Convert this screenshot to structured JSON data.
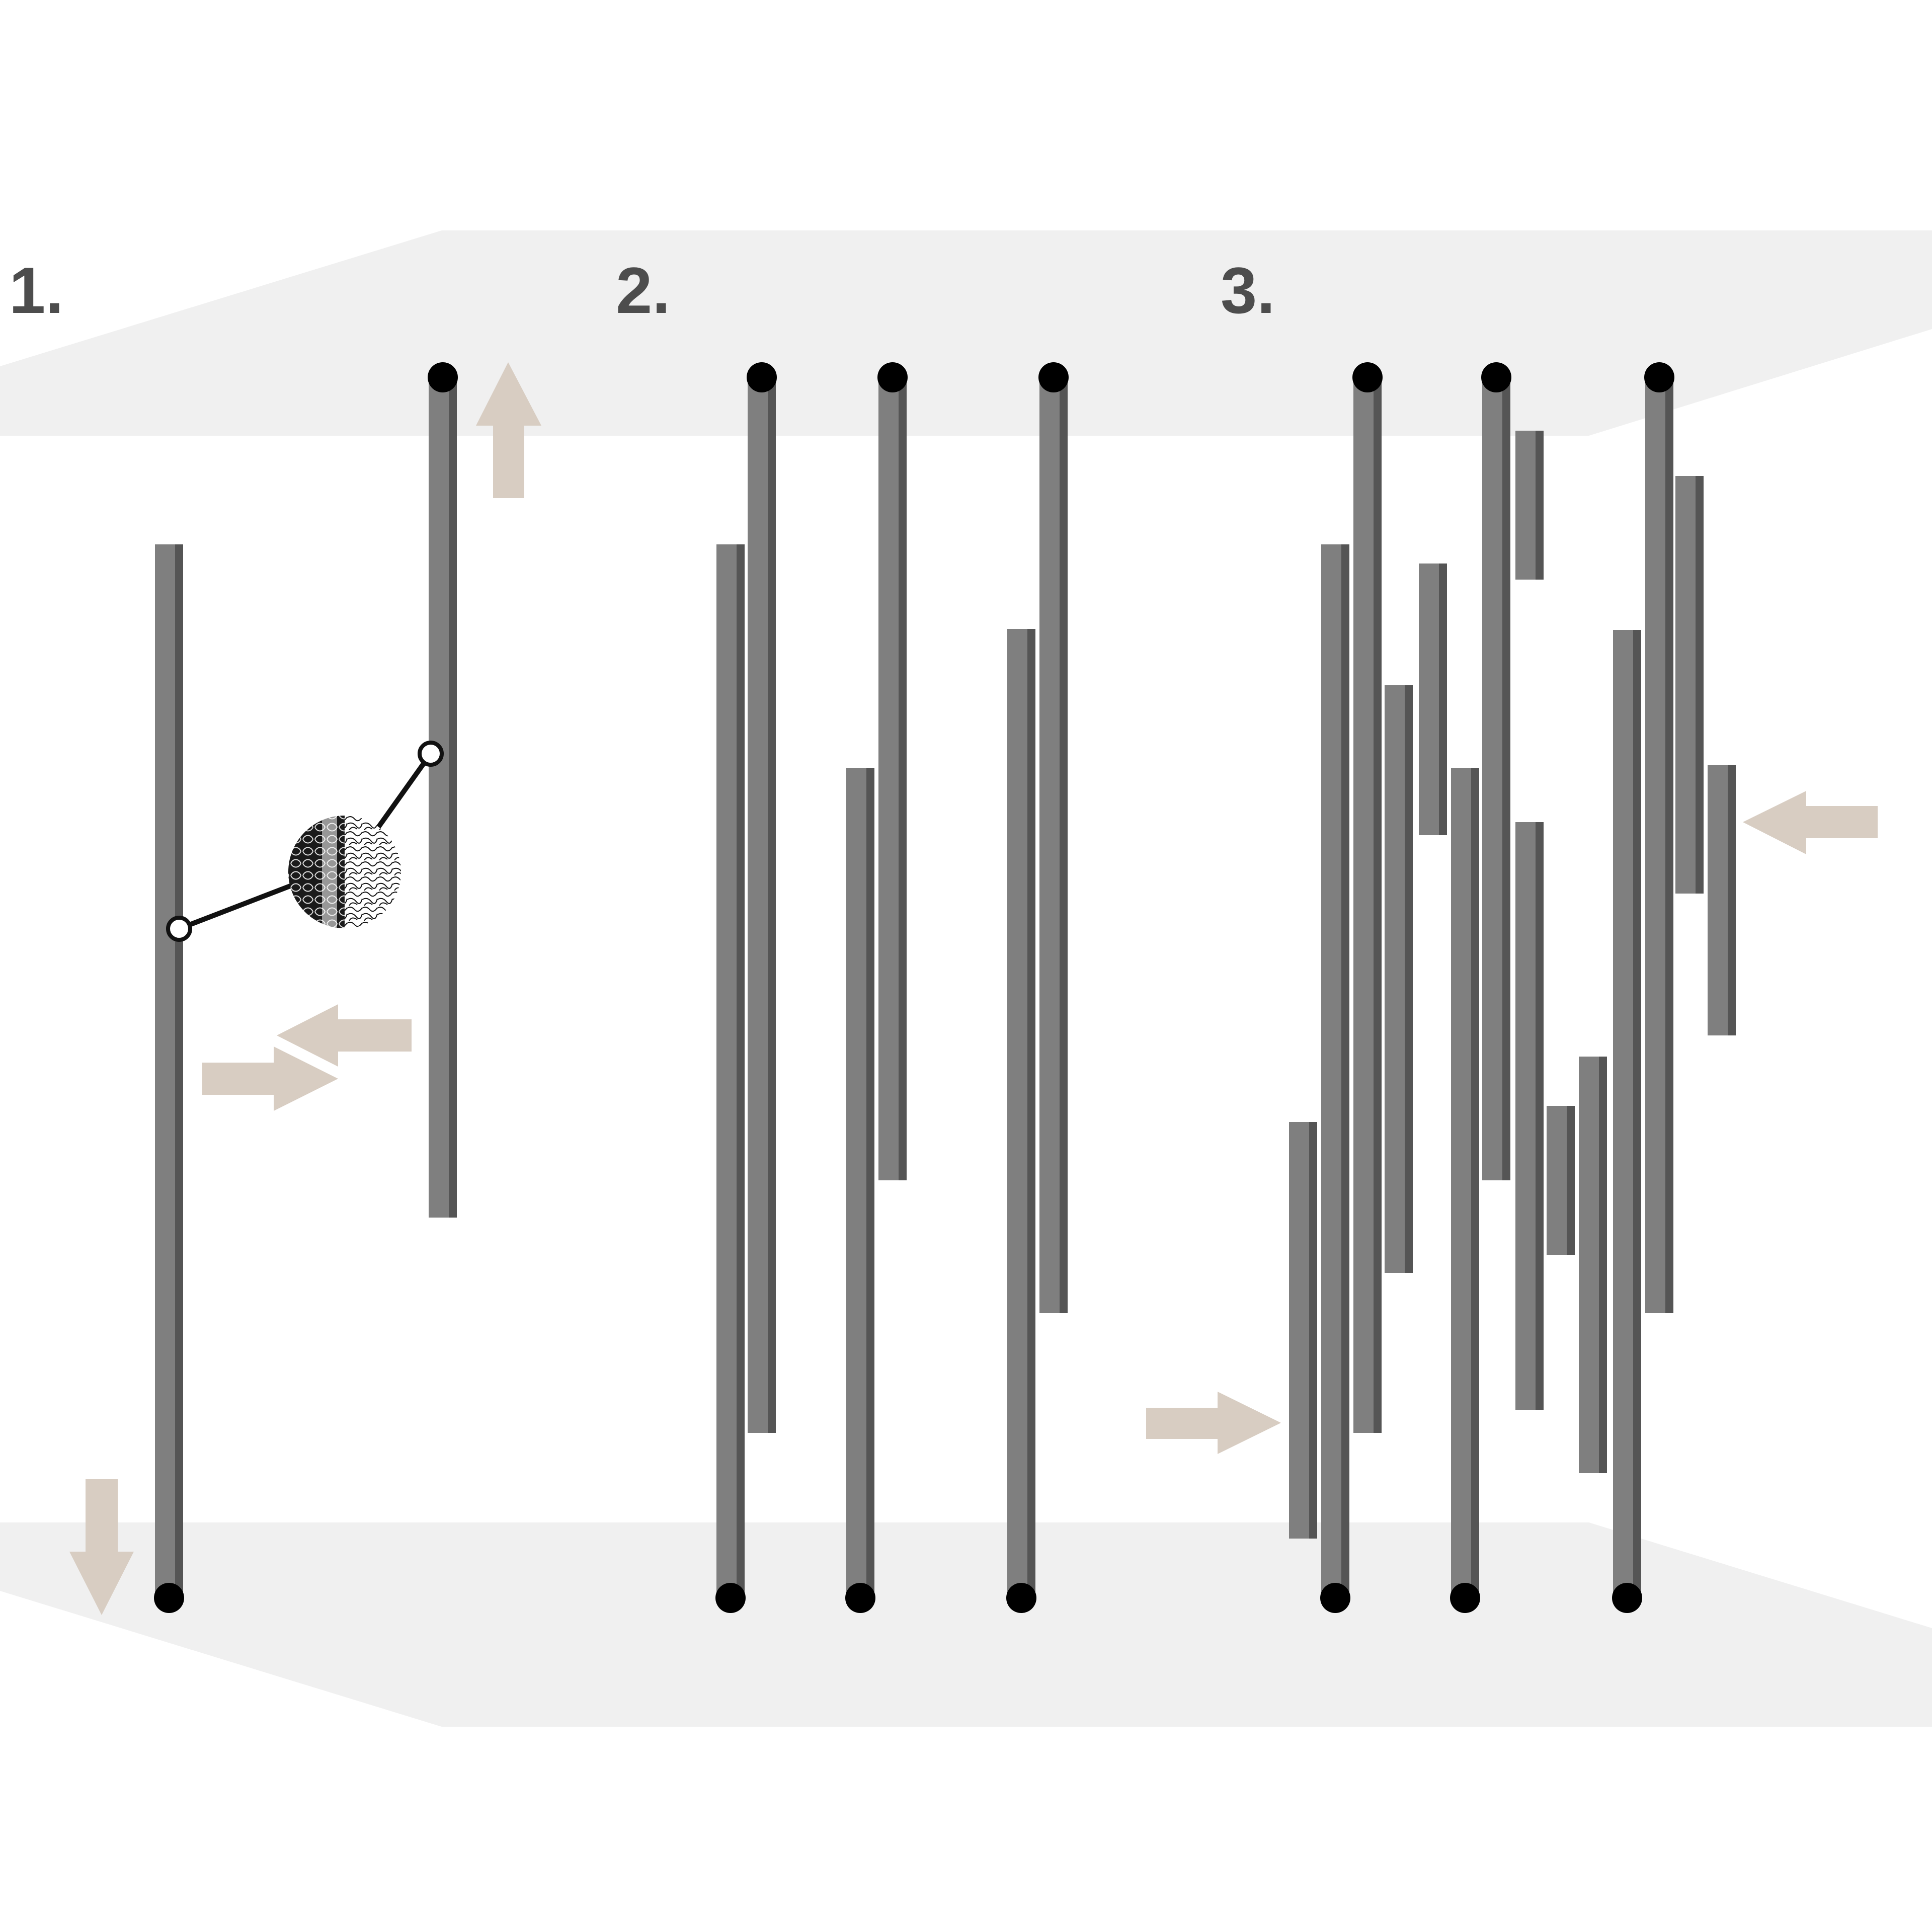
{
  "figure": {
    "steps": [
      {
        "id": "step-1",
        "label": "1."
      },
      {
        "id": "step-2",
        "label": "2."
      },
      {
        "id": "step-3",
        "label": "3."
      }
    ],
    "colors": {
      "background": "#ffffff",
      "plate": "#f0f0f0",
      "filament": "#7f7f7f",
      "filament_shade": "#555555",
      "anchor": "#000000",
      "arrow": "#d8cdc2",
      "label": "#4d4d4d",
      "crosslinker": "#111111"
    },
    "icons": [
      "up-arrow-icon",
      "down-arrow-icon",
      "left-arrow-icon",
      "right-arrow-icon",
      "motor-protein-icon",
      "anchor-dot-icon"
    ]
  }
}
